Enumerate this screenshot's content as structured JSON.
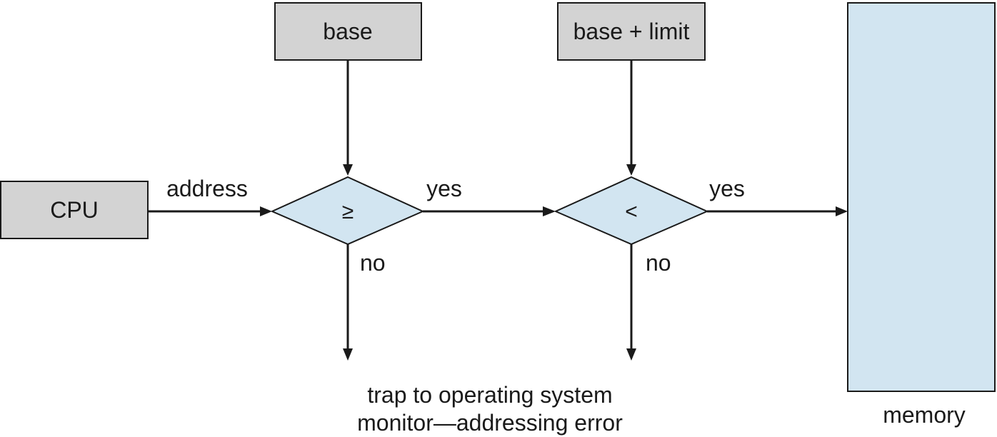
{
  "nodes": {
    "base": "base",
    "base_limit": "base + limit",
    "cpu": "CPU",
    "compare_ge": "≥",
    "compare_lt": "<",
    "memory": "memory"
  },
  "edges": {
    "address": "address",
    "yes_first": "yes",
    "yes_second": "yes",
    "no_first": "no",
    "no_second": "no"
  },
  "trap": {
    "line1": "trap to operating system",
    "line2": "monitor—addressing error"
  },
  "colors": {
    "box_fill": "#d3d3d3",
    "decision_fill": "#d2e5f1",
    "memory_fill": "#d2e5f1",
    "stroke": "#1a1a1a"
  }
}
